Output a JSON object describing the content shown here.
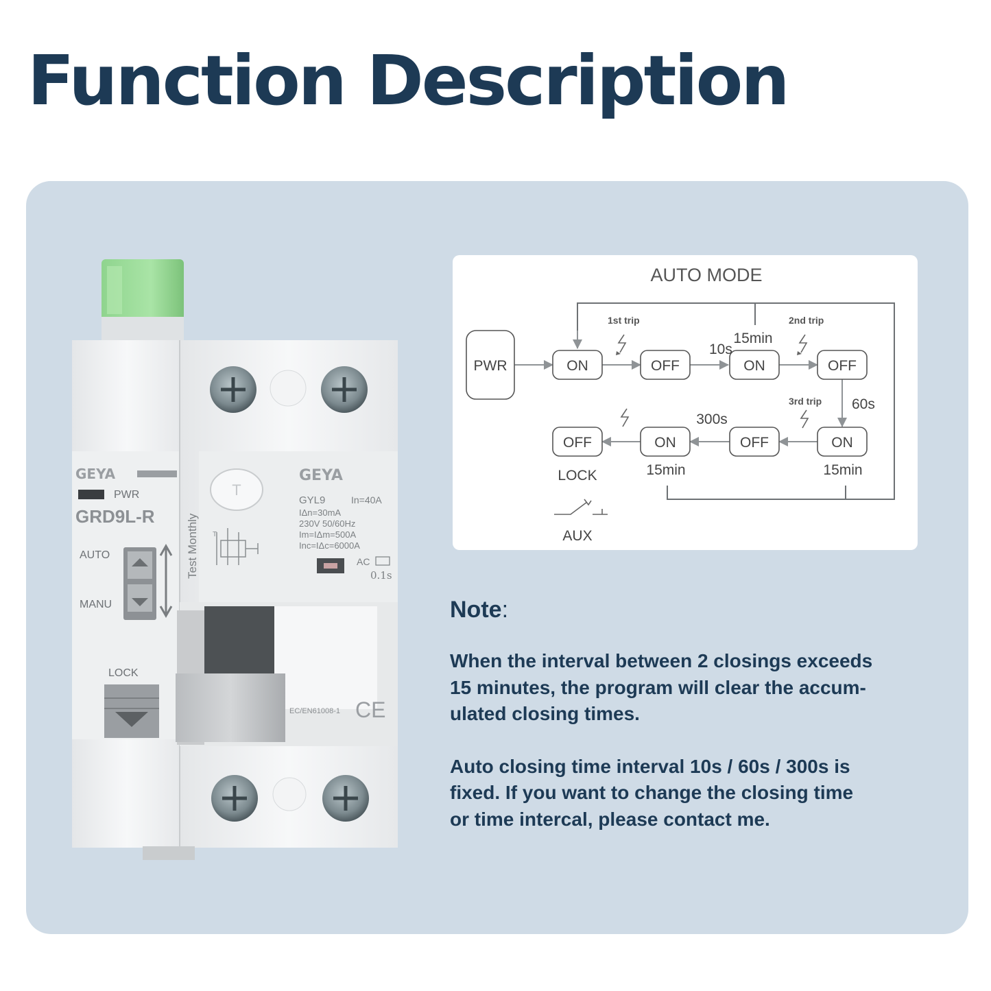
{
  "page": {
    "title": "Function Description"
  },
  "device": {
    "brand": "GEYA",
    "left_module": {
      "pwr_label": "PWR",
      "model": "GRD9L-R",
      "auto_label": "AUTO",
      "manu_label": "MANU",
      "lock_label": "LOCK"
    },
    "right_module": {
      "test_button": "T",
      "test_text": "Test Monthly",
      "model": "GYL9",
      "rating": "In=40A",
      "spec_lines": [
        "IΔn=30mA",
        "230V  50/60Hz",
        "Im=IΔm=500A",
        "Inc=IΔc=6000A"
      ],
      "ac_label": "AC",
      "time_label": "0.1s",
      "standard": "EC/EN61008-1",
      "ce_mark": "CE"
    }
  },
  "diagram": {
    "title": "AUTO MODE",
    "nodes": {
      "pwr": "PWR",
      "on1": "ON",
      "off1": "OFF",
      "on2": "ON",
      "off2": "OFF",
      "on3": "ON",
      "off3": "OFF",
      "on4": "ON",
      "off_lock": "OFF"
    },
    "labels": {
      "trip1": "1st trip",
      "trip2": "2nd trip",
      "trip3": "3rd trip",
      "t10s": "10s",
      "t15min_top": "15min",
      "t60s": "60s",
      "t300s": "300s",
      "t15min_left": "15min",
      "t15min_right": "15min",
      "lock": "LOCK",
      "aux": "AUX"
    }
  },
  "note": {
    "heading": "Note",
    "colon": ":",
    "para1": [
      "When the interval between 2 closings exceeds",
      "15 minutes, the program will clear the accum-",
      "ulated closing times."
    ],
    "para2": [
      "Auto closing time interval 10s / 60s / 300s is",
      "fixed. If you want to change the closing time",
      "or time intercal, please contact me."
    ]
  }
}
